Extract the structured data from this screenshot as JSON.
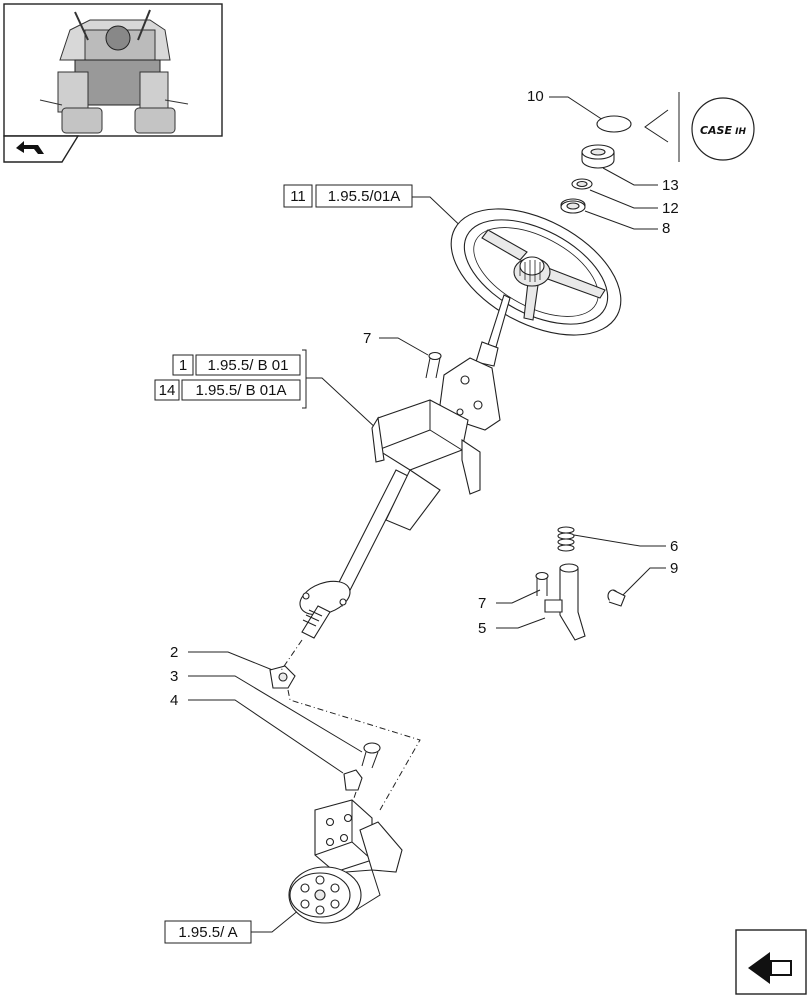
{
  "callouts": {
    "c10": "10",
    "c13": "13",
    "c12": "12",
    "c8": "8",
    "c7a": "7",
    "c6": "6",
    "c9": "9",
    "c7b": "7",
    "c5": "5",
    "c2": "2",
    "c3": "3",
    "c4": "4"
  },
  "references": {
    "steering_wheel": {
      "index": "11",
      "code": "1.95.5/01A"
    },
    "column_a": {
      "index": "1",
      "code": "1.95.5/ B 01"
    },
    "column_b": {
      "index": "14",
      "code": "1.95.5/ B 01A"
    },
    "steering_unit": {
      "code": "1.95.5/ A"
    }
  },
  "logo": {
    "text": "CASE IH"
  },
  "icons": {
    "thumbnail": "tractor-front-view-thumbnail",
    "thumbnail_tab": "nav-back-arrow-icon",
    "corner_nav": "next-page-arrow-icon"
  }
}
